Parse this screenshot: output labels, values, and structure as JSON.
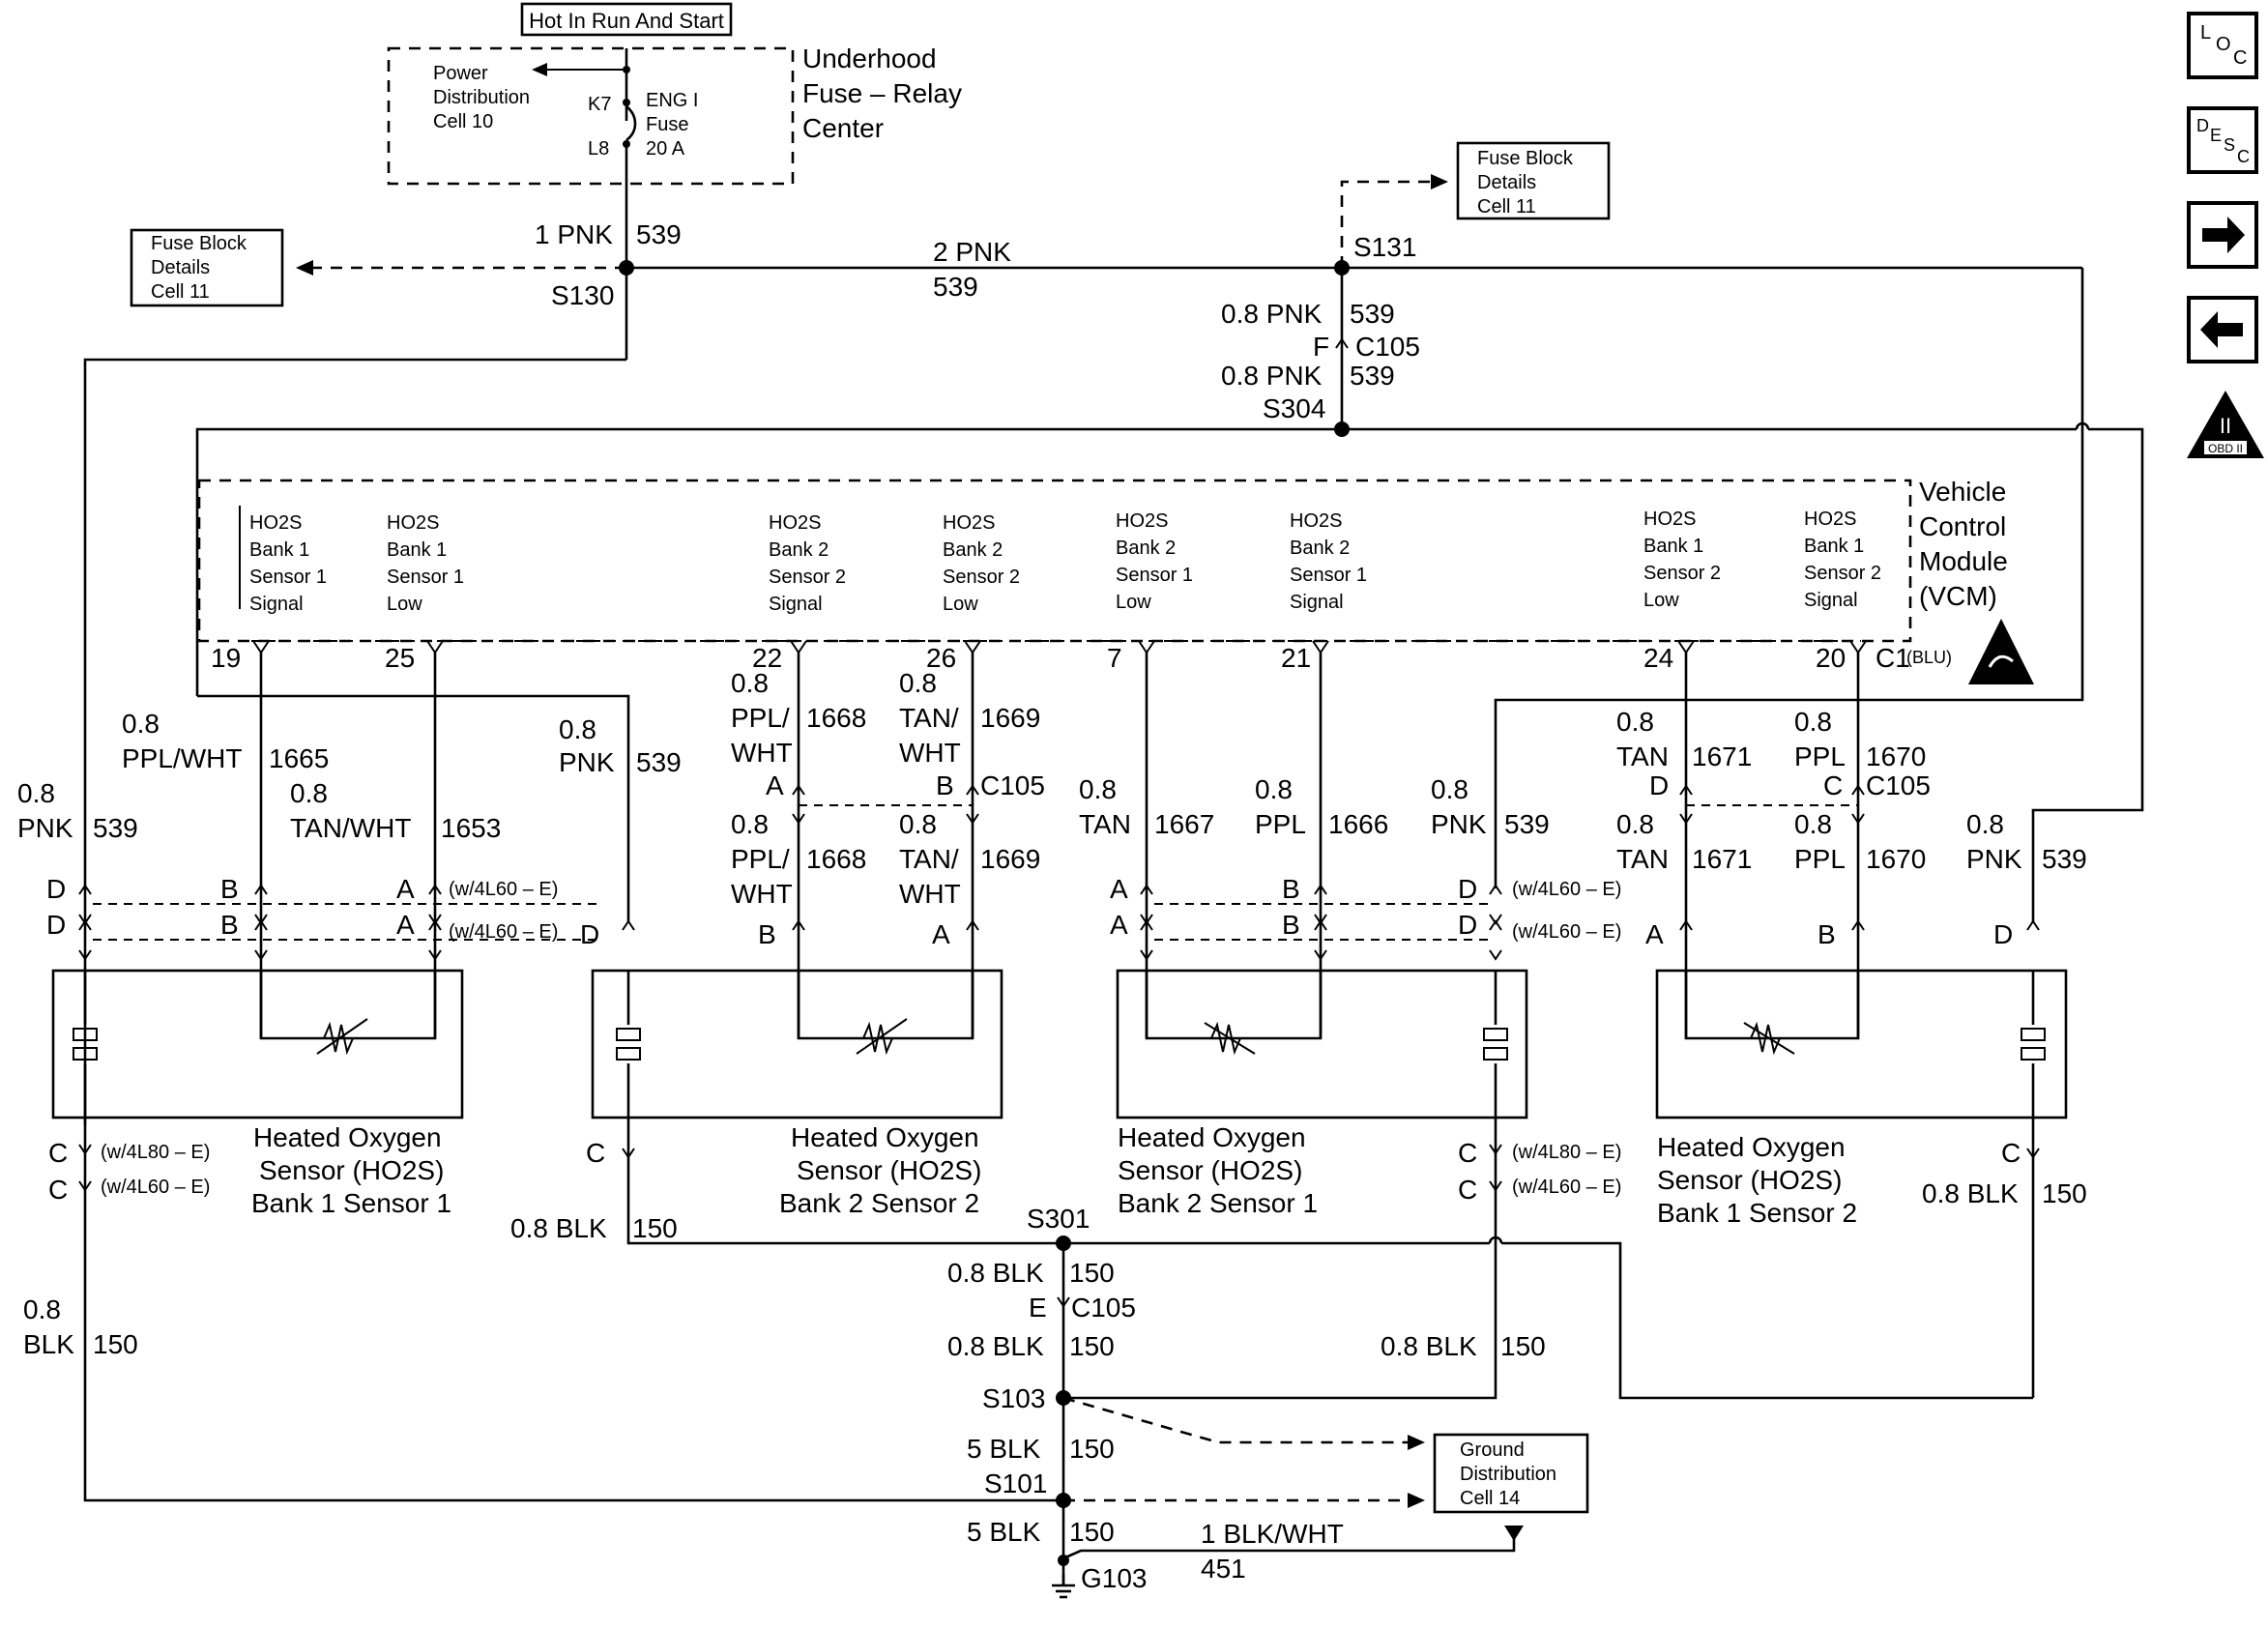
{
  "header": {
    "hot_label": "Hot In Run And Start",
    "power_dist": [
      "Power",
      "Distribution",
      "Cell 10"
    ],
    "underhood": [
      "Underhood",
      "Fuse – Relay",
      "Center"
    ],
    "k7": "K7",
    "l8": "L8",
    "fuse": [
      "ENG I",
      "Fuse",
      "20 A"
    ]
  },
  "refs": {
    "fuse_block_left": [
      "Fuse Block",
      "Details",
      "Cell 11"
    ],
    "fuse_block_right": [
      "Fuse Block",
      "Details",
      "Cell 11"
    ],
    "ground_dist": [
      "Ground",
      "Distribution",
      "Cell 14"
    ]
  },
  "vcm": {
    "title": [
      "Vehicle",
      "Control",
      "Module",
      "(VCM)"
    ],
    "connector": "C1",
    "connector_color": "(BLU)",
    "terminals": [
      {
        "id": "t19",
        "pin": "19",
        "desc": []
      },
      {
        "id": "t19b",
        "pin": "",
        "desc": [
          "HO2S",
          "Bank 1",
          "Sensor 1",
          "Signal"
        ]
      },
      {
        "id": "t25",
        "pin": "25",
        "desc": [
          "HO2S",
          "Bank 1",
          "Sensor 1",
          "Low"
        ]
      },
      {
        "id": "t22",
        "pin": "22",
        "desc": [
          "HO2S",
          "Bank 2",
          "Sensor 2",
          "Signal"
        ]
      },
      {
        "id": "t26",
        "pin": "26",
        "desc": [
          "HO2S",
          "Bank 2",
          "Sensor 2",
          "Low"
        ]
      },
      {
        "id": "t7",
        "pin": "7",
        "desc": [
          "HO2S",
          "Bank 2",
          "Sensor 1",
          "Low"
        ]
      },
      {
        "id": "t21",
        "pin": "21",
        "desc": [
          "HO2S",
          "Bank 2",
          "Sensor 1",
          "Signal"
        ]
      },
      {
        "id": "t24",
        "pin": "24",
        "desc": [
          "HO2S",
          "Bank 1",
          "Sensor 2",
          "Low"
        ]
      },
      {
        "id": "t20",
        "pin": "20",
        "desc": [
          "HO2S",
          "Bank 1",
          "Sensor 2",
          "Signal"
        ]
      }
    ]
  },
  "splices": {
    "s130": "S130",
    "s131": "S131",
    "s304": "S304",
    "s301": "S301",
    "s103": "S103",
    "s101": "S101",
    "g103": "G103"
  },
  "connectors": {
    "c105": "C105"
  },
  "wires": {
    "w_1pnk": "1 PNK",
    "w_539a": "539",
    "w_2pnk": "2 PNK",
    "w_539b": "539",
    "w_08pnk_a": "0.8 PNK",
    "w_539c": "539",
    "c105_f": "F",
    "w_08pnk_b": "0.8 PNK",
    "w_539d": "539",
    "left_pnk_size": "0.8",
    "left_pnk": "PNK",
    "left_pnk_num": "539",
    "s1_sig_size": "0.8",
    "s1_sig": "PPL/WHT",
    "s1_sig_num": "1665",
    "s1_low_size": "0.8",
    "s1_low": "TAN/WHT",
    "s1_low_num": "1653",
    "b2s2_pnk_size": "0.8",
    "b2s2_pnk": "PNK",
    "b2s2_pnk_num": "539",
    "b2s2_sig_size": "0.8",
    "b2s2_sig_a": "PPL/",
    "b2s2_sig_b": "WHT",
    "b2s2_sig_num": "1668",
    "b2s2_low_size": "0.8",
    "b2s2_low_a": "TAN/",
    "b2s2_low_b": "WHT",
    "b2s2_low_num": "1669",
    "b2s2_sig2_size": "0.8",
    "b2s2_sig2_a": "PPL/",
    "b2s2_sig2_b": "WHT",
    "b2s2_sig2_num": "1668",
    "b2s2_low2_size": "0.8",
    "b2s2_low2_a": "TAN/",
    "b2s2_low2_b": "WHT",
    "b2s2_low2_num": "1669",
    "b2s1_low_size": "0.8",
    "b2s1_low": "TAN",
    "b2s1_low_num": "1667",
    "b2s1_sig_size": "0.8",
    "b2s1_sig": "PPL",
    "b2s1_sig_num": "1666",
    "b2s1_pnk_size": "0.8",
    "b2s1_pnk": "PNK",
    "b2s1_pnk_num": "539",
    "b1s2_low_size": "0.8",
    "b1s2_low": "TAN",
    "b1s2_low_num": "1671",
    "b1s2_sig_size": "0.8",
    "b1s2_sig": "PPL",
    "b1s2_sig_num": "1670",
    "b1s2_low2_size": "0.8",
    "b1s2_low2": "TAN",
    "b1s2_low2_num": "1671",
    "b1s2_sig2_size": "0.8",
    "b1s2_sig2": "PPL",
    "b1s2_sig2_num": "1670",
    "b1s2_pnk_size": "0.8",
    "b1s2_pnk": "PNK",
    "b1s2_pnk_num": "539",
    "blk_left_size": "0.8",
    "blk_left": "BLK",
    "blk_left_num": "150",
    "blk_b2s2": "0.8 BLK",
    "blk_b2s2_num": "150",
    "blk_s301": "0.8 BLK",
    "blk_s301_num": "150",
    "c105_e": "E",
    "blk_s103": "0.8 BLK",
    "blk_s103_num": "150",
    "blk_b2s1": "0.8 BLK",
    "blk_b2s1_num": "150",
    "blk_b1s2": "0.8 BLK",
    "blk_b1s2_num": "150",
    "blk_5a": "5 BLK",
    "blk_5a_num": "150",
    "blk_5b": "5 BLK",
    "blk_5b_num": "150",
    "blkwht": "1 BLK/WHT",
    "blkwht_num": "451"
  },
  "pins": {
    "D": "D",
    "B": "B",
    "A": "A",
    "C": "C",
    "w4l60": "(w/4L60 – E)",
    "w4l80": "(w/4L80 – E)"
  },
  "sensors": [
    {
      "id": "b1s1",
      "name": [
        "Heated Oxygen",
        "Sensor (HO2S)",
        "Bank 1 Sensor 1"
      ]
    },
    {
      "id": "b2s2",
      "name": [
        "Heated Oxygen",
        "Sensor (HO2S)",
        "Bank 2 Sensor 2"
      ]
    },
    {
      "id": "b2s1",
      "name": [
        "Heated Oxygen",
        "Sensor (HO2S)",
        "Bank 2 Sensor 1"
      ]
    },
    {
      "id": "b1s2",
      "name": [
        "Heated Oxygen",
        "Sensor (HO2S)",
        "Bank 1 Sensor 2"
      ]
    }
  ],
  "nav": {
    "loc": [
      "L",
      "O",
      "C"
    ],
    "desc": [
      "D",
      "E",
      "S",
      "C"
    ],
    "obd": "OBD II",
    "obd_roman": "II",
    "icons": [
      "next-arrow-icon",
      "prev-arrow-icon",
      "obd-ii-icon"
    ]
  }
}
